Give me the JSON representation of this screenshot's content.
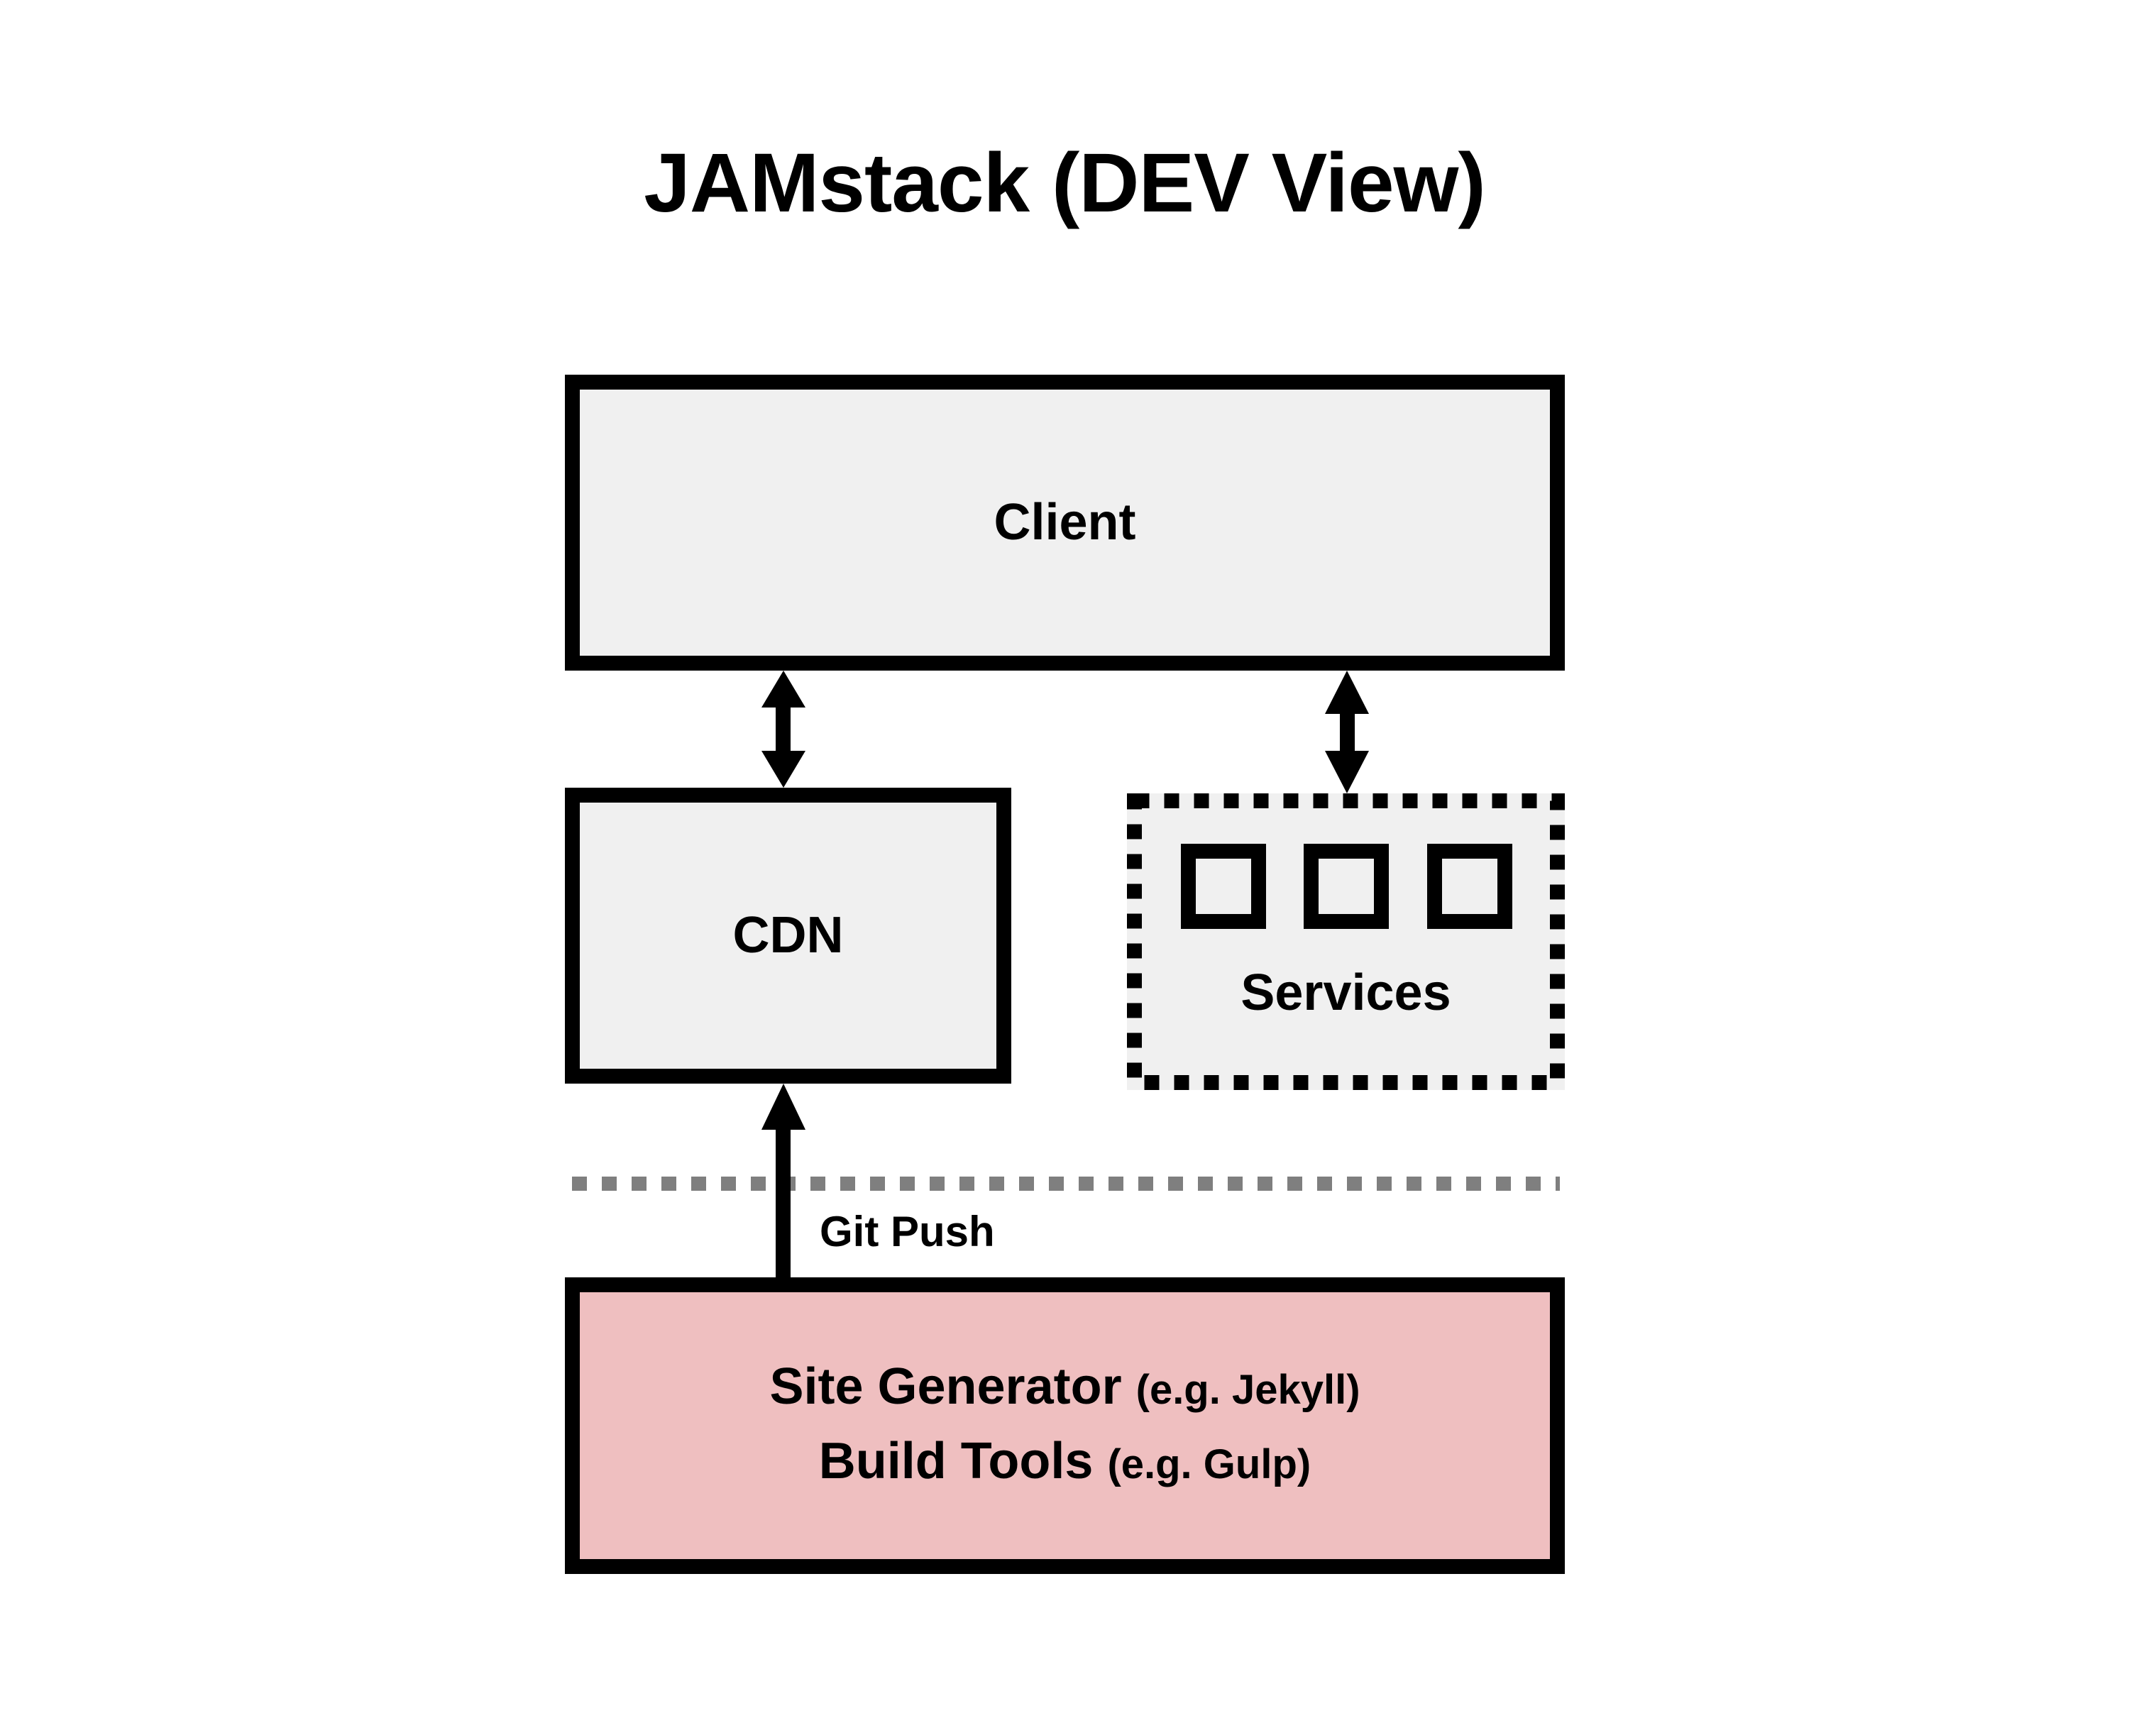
{
  "title": "JAMstack (DEV View)",
  "nodes": {
    "client": {
      "label": "Client",
      "fill": "#f0f0f0"
    },
    "cdn": {
      "label": "CDN",
      "fill": "#f0f0f0"
    },
    "services": {
      "label": "Services",
      "fill": "#f0f0f0",
      "border_style": "dotted",
      "item_count": 3
    },
    "site_generator": {
      "fill": "#efbfc0",
      "line1_main": "Site Generator",
      "line1_sub": "(e.g. Jekyll)",
      "line2_main": "Build Tools",
      "line2_sub": "(e.g. Gulp)"
    }
  },
  "edges": [
    {
      "from": "client",
      "to": "cdn",
      "type": "bidirectional"
    },
    {
      "from": "client",
      "to": "services",
      "type": "bidirectional"
    },
    {
      "from": "site_generator",
      "to": "cdn",
      "type": "directed",
      "label": "Git Push"
    }
  ],
  "edge_labels": {
    "git_push": "Git Push"
  },
  "separator": {
    "style": "dashed",
    "color": "#7f7f7f"
  }
}
